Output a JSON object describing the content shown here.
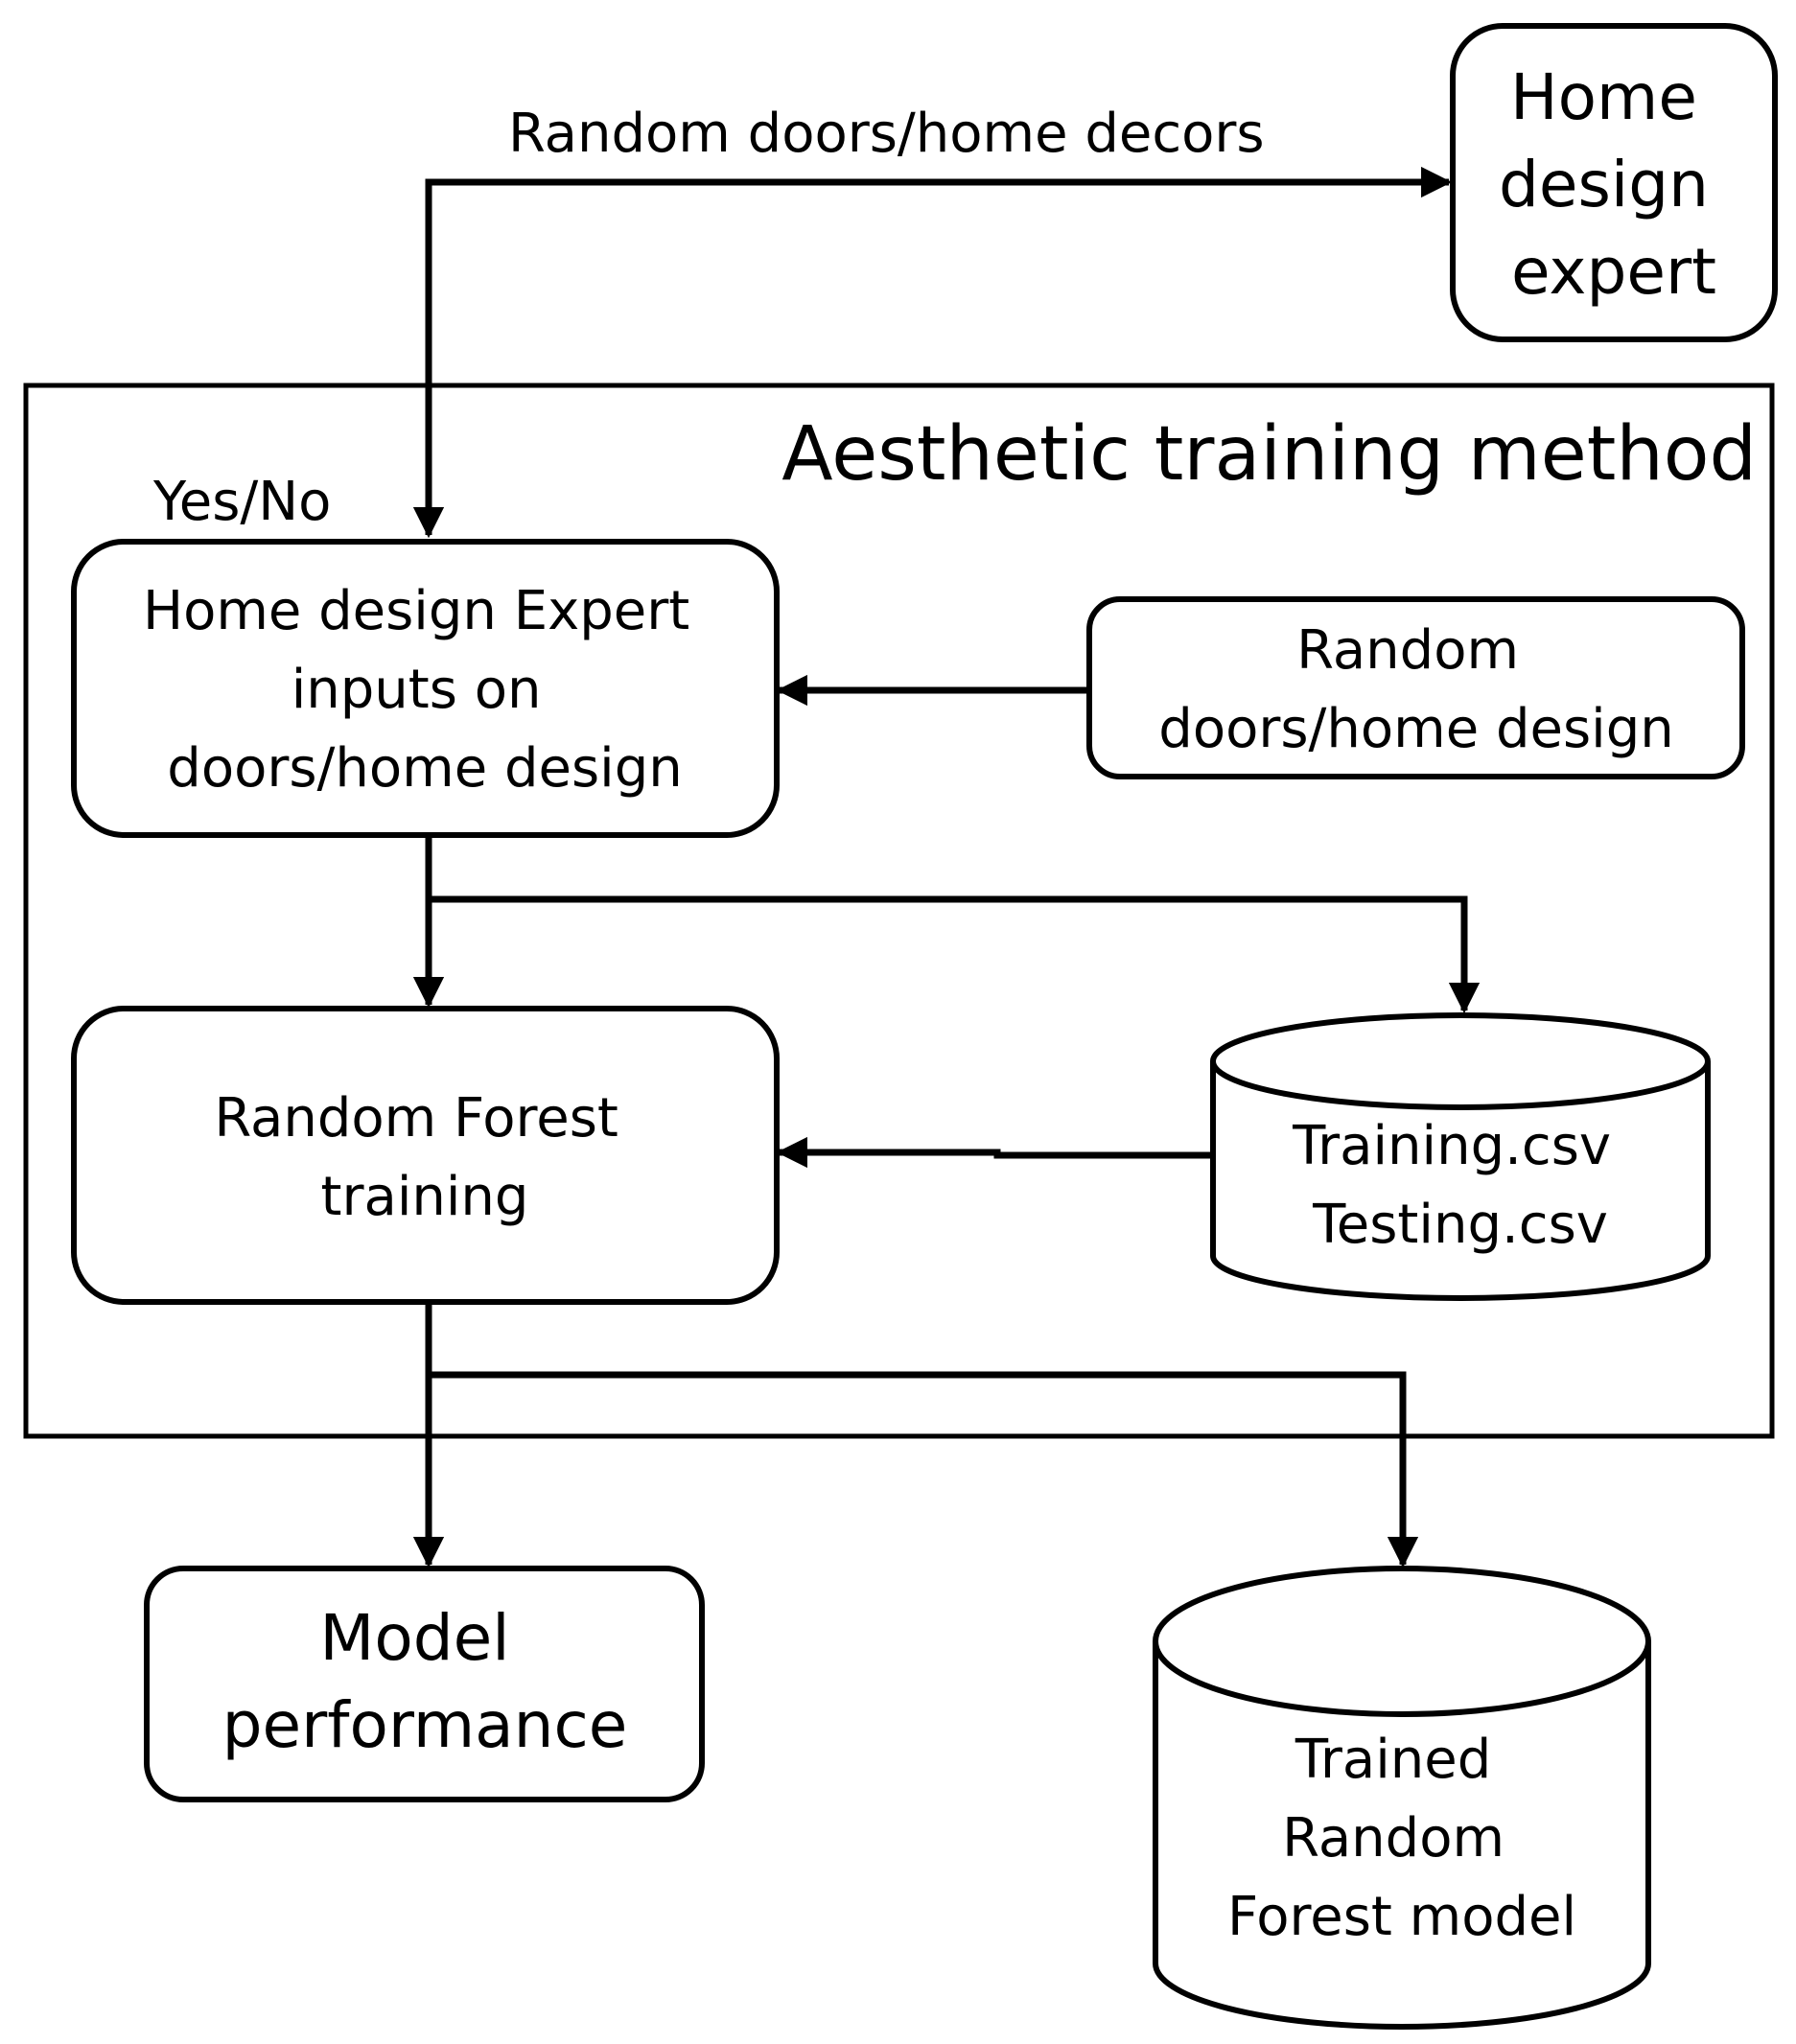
{
  "diagram": {
    "container_title": "Aesthetic training method",
    "edge_labels": {
      "top": "Random doors/home decors",
      "feedback": "Yes/No"
    },
    "nodes": {
      "home_design_expert": [
        "Home",
        "design",
        "expert"
      ],
      "expert_inputs": [
        "Home design Expert",
        "inputs on",
        "doors/home design"
      ],
      "random_design": [
        "Random",
        "doors/home design"
      ],
      "rf_training": [
        "Random Forest",
        "training"
      ],
      "datasets": [
        "Training.csv",
        "Testing.csv"
      ],
      "model_performance": [
        "Model",
        "performance"
      ],
      "trained_model": [
        "Trained",
        "Random",
        "Forest model"
      ]
    }
  }
}
